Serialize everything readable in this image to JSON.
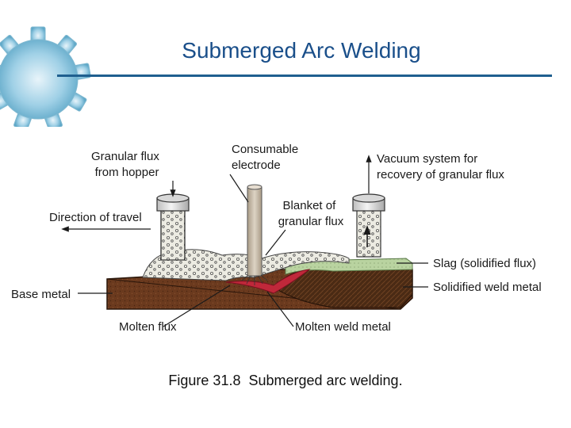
{
  "slide": {
    "title": "Submerged Arc Welding",
    "caption": "Figure 31.8  Submerged arc welding."
  },
  "diagram": {
    "labels": {
      "granular_flux_line1": "Granular flux",
      "granular_flux_line2": "from hopper",
      "consumable_line1": "Consumable",
      "consumable_line2": "electrode",
      "vacuum_line1": "Vacuum system for",
      "vacuum_line2": "recovery of granular flux",
      "blanket_line1": "Blanket of",
      "blanket_line2": "granular flux",
      "direction_of_travel": "Direction of travel",
      "slag": "Slag (solidified flux)",
      "solidified_weld": "Solidified weld metal",
      "base_metal": "Base metal",
      "molten_flux": "Molten flux",
      "molten_weld": "Molten weld metal"
    }
  },
  "colors": {
    "title": "#1a4f8a",
    "rule": "#1f5f8f",
    "base_metal": "#6b3a1e",
    "weld_metal": "#4a2a14",
    "slag": "#b9d3a0",
    "flux": "#ecebe2",
    "molten_weld": "#c0283a",
    "electrode": "#cbbfae"
  },
  "icons": {
    "logo": "gear-icon"
  }
}
